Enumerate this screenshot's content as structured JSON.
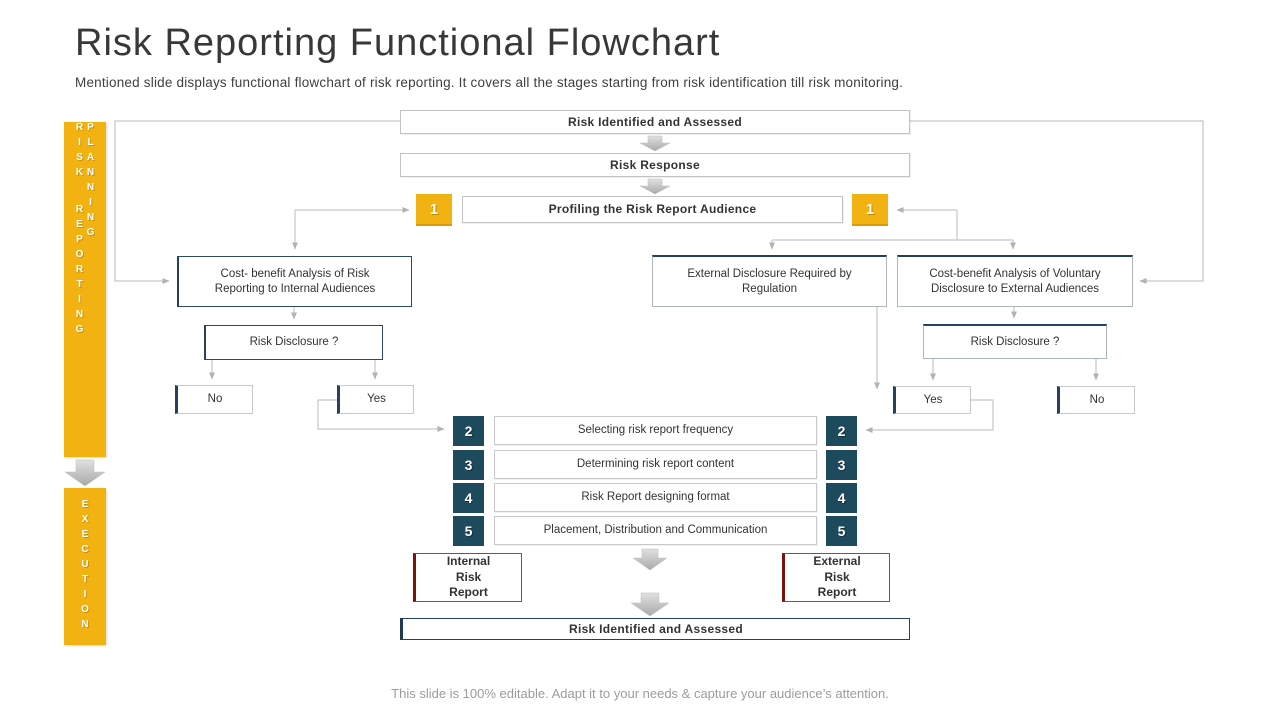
{
  "slide": {
    "title": "Risk Reporting Functional Flowchart",
    "subtitle": "Mentioned slide displays functional flowchart of risk reporting. It covers all the stages starting from risk identification till risk monitoring.",
    "footer": "This slide is 100% editable. Adapt it to your needs & capture your audience’s attention."
  },
  "colors": {
    "accent_yellow": "#F2B211",
    "accent_navy": "#1E4A5E",
    "accent_red": "#C13529",
    "connector_gray": "#C6C6C6"
  },
  "sidebar": {
    "planning_label": "RISK REPORTING PLANNING",
    "execution_label": "EXECUTION"
  },
  "flow": {
    "top_box_1": "Risk Identified and Assessed",
    "top_box_2": "Risk Response",
    "profiling": "Profiling the Risk Report Audience",
    "step1_badge": "1",
    "cost_benefit_internal": "Cost- benefit Analysis of Risk Reporting to Internal Audiences",
    "external_disclosure": "External Disclosure Required by Regulation",
    "cost_benefit_external": "Cost-benefit Analysis of Voluntary Disclosure to External Audiences",
    "risk_disclosure_left": "Risk Disclosure ?",
    "risk_disclosure_right": "Risk Disclosure ?",
    "no_left": "No",
    "yes_left": "Yes",
    "yes_right": "Yes",
    "no_right": "No",
    "steps": [
      {
        "num": "2",
        "label": "Selecting risk report frequency"
      },
      {
        "num": "3",
        "label": "Determining risk report content"
      },
      {
        "num": "4",
        "label": "Risk Report designing format"
      },
      {
        "num": "5",
        "label": "Placement, Distribution and Communication"
      }
    ],
    "internal_report": "Internal\nRisk\nReport",
    "external_report": "External\nRisk\nReport",
    "bottom_box": "Risk Identified and Assessed"
  }
}
